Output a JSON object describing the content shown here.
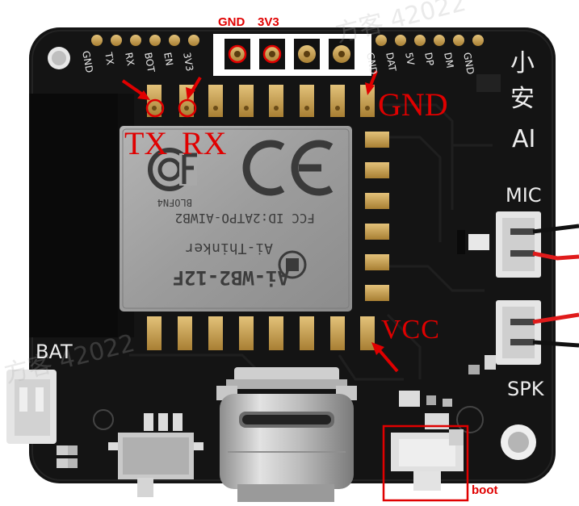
{
  "annotations": {
    "top_left": "GND",
    "top_right": "3V3",
    "tx": "TX",
    "rx": "RX",
    "gnd_right": "GND",
    "vcc": "VCC",
    "boot": "boot"
  },
  "pin_labels_left": [
    "GND",
    "TX",
    "RX",
    "BOT",
    "EN",
    "3V3"
  ],
  "pin_labels_right": [
    "GND",
    "DAT",
    "5V",
    "DP",
    "DM",
    "GND"
  ],
  "side_text": {
    "brand_line1": "小",
    "brand_line2": "安",
    "brand_line3": "AI",
    "mic": "MIC",
    "spk": "SPK",
    "bat": "BAT"
  },
  "module": {
    "model": "Ai-WB2-12F",
    "maker": "Ai-Thinker",
    "fcc": "FCC ID:2ATPO-AIWB2",
    "code": "BLOFN4"
  },
  "colors": {
    "annotation_red": "#e00000",
    "board": "#121212",
    "pad_gold": "#c9a050",
    "shield_gray": "#9a9a9a"
  }
}
